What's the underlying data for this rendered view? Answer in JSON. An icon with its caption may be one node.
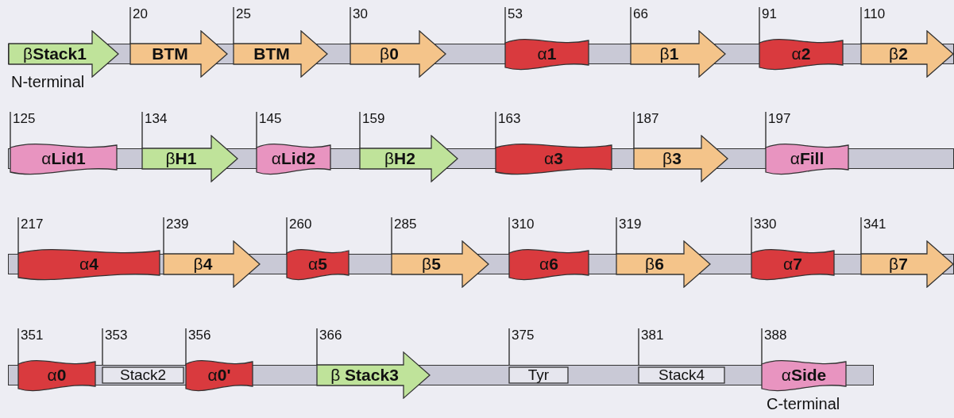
{
  "diagram": {
    "nodes": [
      {
        "text": [
          "β**Stack1**"
        ]
      },
      {
        "text": [
          "BTM"
        ],
        "beside": [
          "20"
        ]
      },
      {
        "text": [
          "BTM"
        ],
        "beside": [
          "25"
        ]
      },
      {
        "text": [
          "β**0**"
        ],
        "beside": [
          "30"
        ]
      },
      {
        "text": [
          "α**1**"
        ],
        "beside": [
          "53"
        ]
      },
      {
        "text": [
          "β**1**"
        ],
        "beside": [
          "66"
        ]
      },
      {
        "text": [
          "α**2**"
        ],
        "beside": [
          "91"
        ]
      },
      {
        "text": [
          "β**2**"
        ],
        "beside": [
          "110"
        ]
      },
      {
        "text": [
          "α**Lid1**"
        ],
        "beside": [
          "125"
        ]
      },
      {
        "text": [
          "β**H1**"
        ],
        "beside": [
          "134"
        ]
      },
      {
        "text": [
          "α**Lid2**"
        ],
        "beside": [
          "145"
        ]
      },
      {
        "text": [
          "β**H2**"
        ],
        "beside": [
          "159"
        ]
      },
      {
        "text": [
          "α**3**"
        ],
        "beside": [
          "163"
        ]
      },
      {
        "text": [
          "β**3**"
        ],
        "beside": [
          "187"
        ]
      },
      {
        "text": [
          "α**Fill**"
        ],
        "beside": [
          "197"
        ]
      },
      {
        "text": [
          "α**4**"
        ],
        "beside": [
          "217"
        ]
      },
      {
        "text": [
          "β**4**"
        ],
        "beside": [
          "239"
        ]
      },
      {
        "text": [
          "α**5**"
        ],
        "beside": [
          "260"
        ]
      },
      {
        "text": [
          "β**5**"
        ],
        "beside": [
          "285"
        ]
      },
      {
        "text": [
          "α**6**"
        ],
        "beside": [
          "310"
        ]
      },
      {
        "text": [
          "β**6**"
        ],
        "beside": [
          "319"
        ]
      },
      {
        "text": [
          "α**7**"
        ],
        "beside": [
          "330"
        ]
      },
      {
        "text": [
          "β**7**"
        ],
        "beside": [
          "341"
        ]
      },
      {
        "text": [
          "α**0**"
        ],
        "beside": [
          "351"
        ]
      },
      {
        "text": [
          "Stack2"
        ],
        "beside": [
          "353"
        ]
      },
      {
        "text": [
          "α**0'**"
        ],
        "beside": [
          "356"
        ]
      },
      {
        "text": [
          "β **Stack3**"
        ],
        "beside": [
          "366"
        ]
      },
      {
        "text": [
          "Tyr"
        ],
        "beside": [
          "375"
        ]
      },
      {
        "text": [
          "Stack4"
        ],
        "beside": [
          "381"
        ]
      },
      {
        "text": [
          "α**Side**"
        ],
        "beside": [
          "388"
        ]
      }
    ],
    "edges": [],
    "labels": [
      "N-terminal",
      "C-terminal"
    ]
  }
}
